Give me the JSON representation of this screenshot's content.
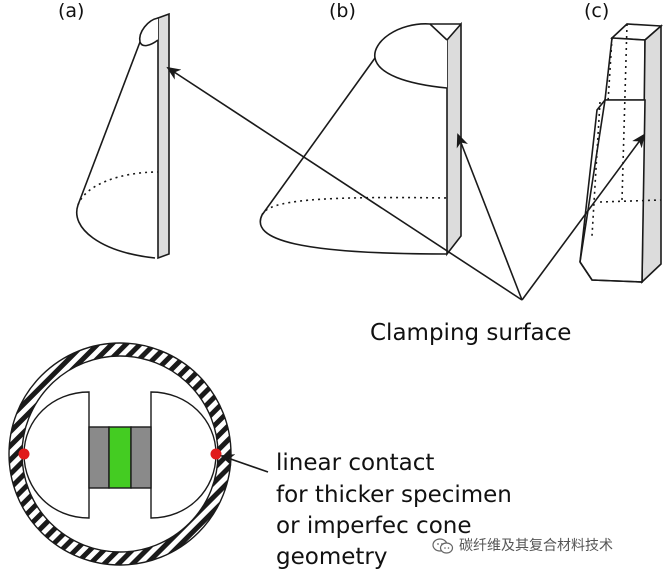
{
  "panel_labels": {
    "a": "(a)",
    "b": "(b)",
    "c": "(c)"
  },
  "callout": "Clamping surface",
  "cross_section_note": [
    "linear contact",
    "for thicker specimen",
    "or imperfec cone",
    "geometry"
  ],
  "watermark": "碳纤维及其复合材料技术",
  "colors": {
    "outline": "#1a1a1a",
    "clamping_face": "#dcdcdc",
    "specimen_core": "#44cc22",
    "specimen_side": "#8a8a8a",
    "contact_point": "#e01b1b",
    "hatch": "#1a1a1a"
  }
}
